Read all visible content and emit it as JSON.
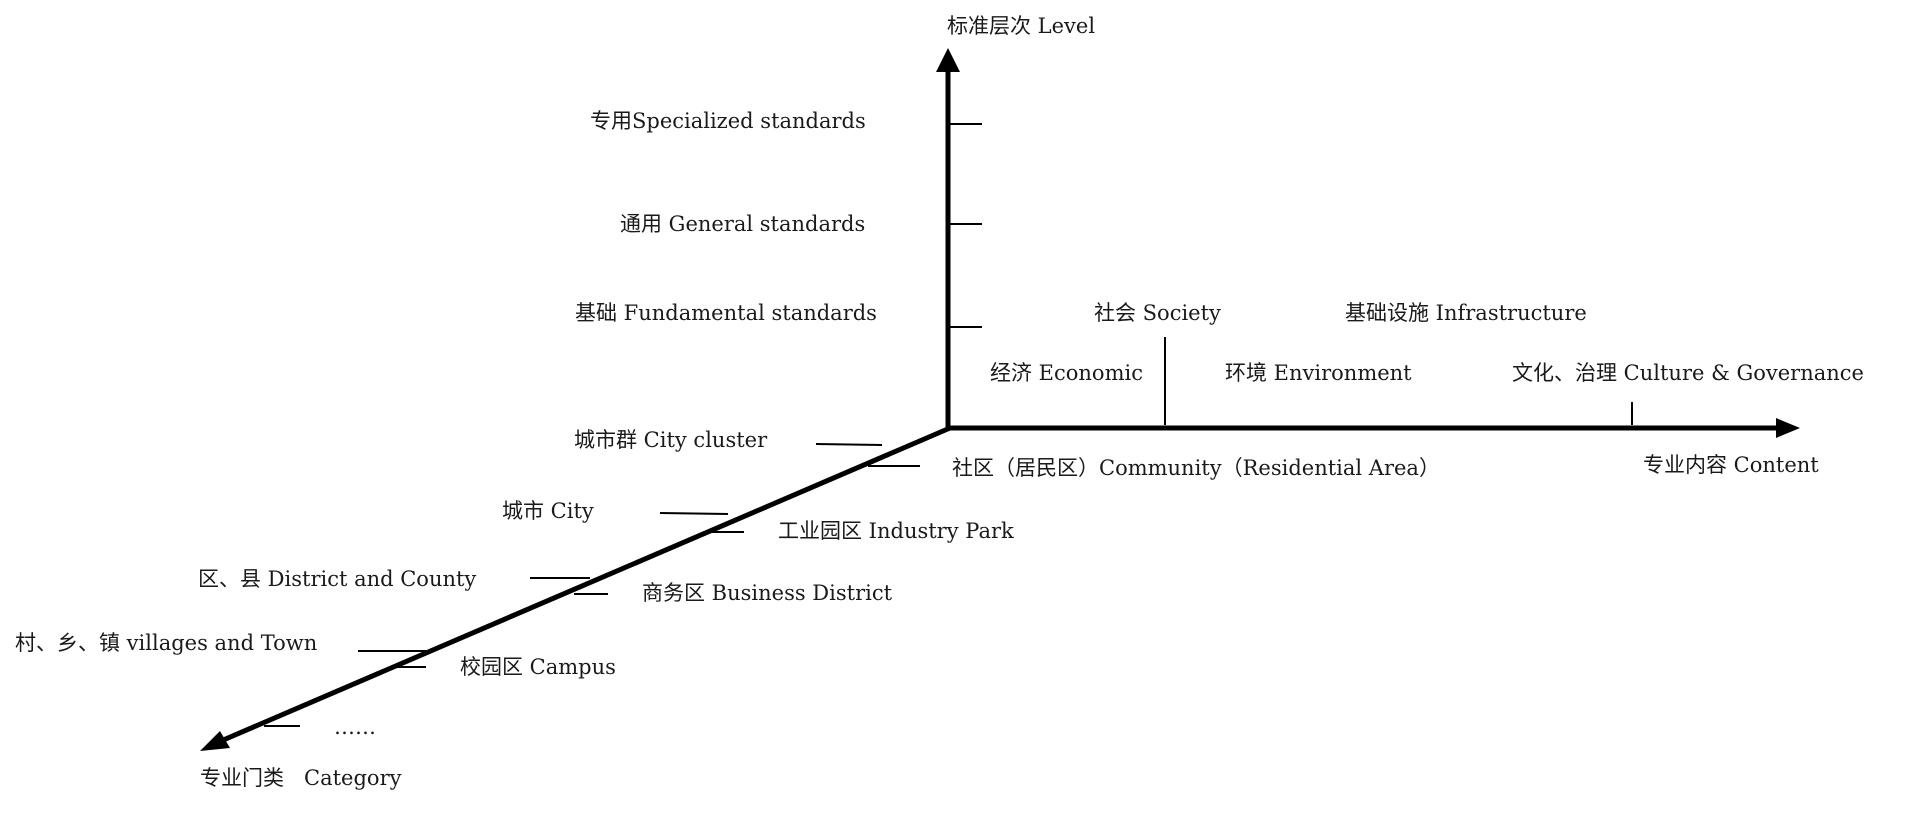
{
  "axes": {
    "level": "标准层次 Level",
    "content": "专业内容 Content",
    "category": "专业门类   Category"
  },
  "level_items": [
    "专用Specialized standards",
    "通用 General standards",
    "基础 Fundamental standards"
  ],
  "content_items": {
    "society": "社会 Society",
    "infrastructure": "基础设施 Infrastructure",
    "economic": "经济 Economic",
    "environment": "环境 Environment",
    "culture": "文化、治理 Culture & Governance"
  },
  "category_left": [
    "城市群 City cluster",
    "城市 City",
    "区、县 District and County",
    "村、乡、镇 villages and Town"
  ],
  "category_right": [
    "社区（居民区）Community（Residential Area）",
    "工业园区 Industry Park",
    "商务区 Business District",
    "校园区 Campus",
    "……"
  ]
}
